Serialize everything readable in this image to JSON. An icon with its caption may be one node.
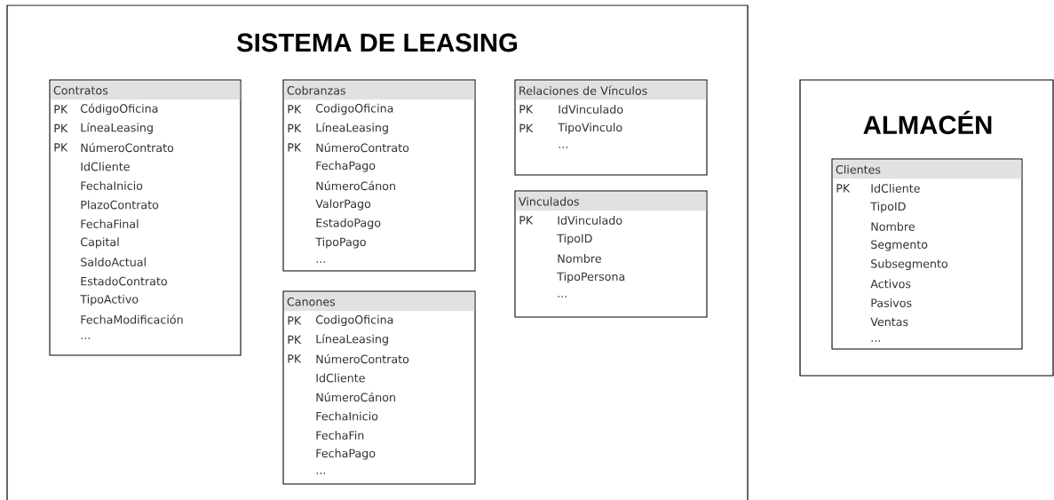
{
  "diagram": {
    "nodes": [
      {
        "text": [
          "SISTEMA DE LEASING"
        ]
      },
      {
        "text": [
          "Contratos",
          "PK",
          "CódigoOficina",
          "PK",
          "LíneaLeasing",
          "PK",
          "NúmeroContrato",
          "IdCliente",
          "FechaInicio",
          "PlazoContrato",
          "FechaFinal",
          "Capital",
          "SaldoActual",
          "EstadoContrato",
          "TipoActivo",
          "FechaModificación",
          "..."
        ],
        "in": 0
      },
      {
        "text": [
          "Cobranzas",
          "PK",
          "CodigoOficina",
          "PK",
          "LíneaLeasing",
          "PK",
          "NúmeroContrato",
          "FechaPago",
          "NúmeroCánon",
          "ValorPago",
          "EstadoPago",
          "TipoPago",
          "..."
        ],
        "in": 0
      },
      {
        "text": [
          "Canones",
          "PK",
          "CodigoOficina",
          "PK",
          "LíneaLeasing",
          "PK",
          "NúmeroContrato",
          "IdCliente",
          "NúmeroCánon",
          "FechaInicio",
          "FechaFin",
          "FechaPago",
          "..."
        ],
        "in": 0
      },
      {
        "text": [
          "Relaciones de Vínculos",
          "PK",
          "IdVinculado",
          "PK",
          "TipoVinculo",
          "..."
        ],
        "in": 0
      },
      {
        "text": [
          "Vinculados",
          "PK",
          "IdVinculado",
          "TipoID",
          "Nombre",
          "TipoPersona",
          "..."
        ],
        "in": 0
      },
      {
        "text": [
          "ALMACÉN"
        ]
      },
      {
        "text": [
          "Clientes",
          "PK",
          "IdCliente",
          "TipoID",
          "Nombre",
          "Segmento",
          "Subsegmento",
          "Activos",
          "Pasivos",
          "Ventas",
          "..."
        ],
        "in": 6
      }
    ]
  }
}
